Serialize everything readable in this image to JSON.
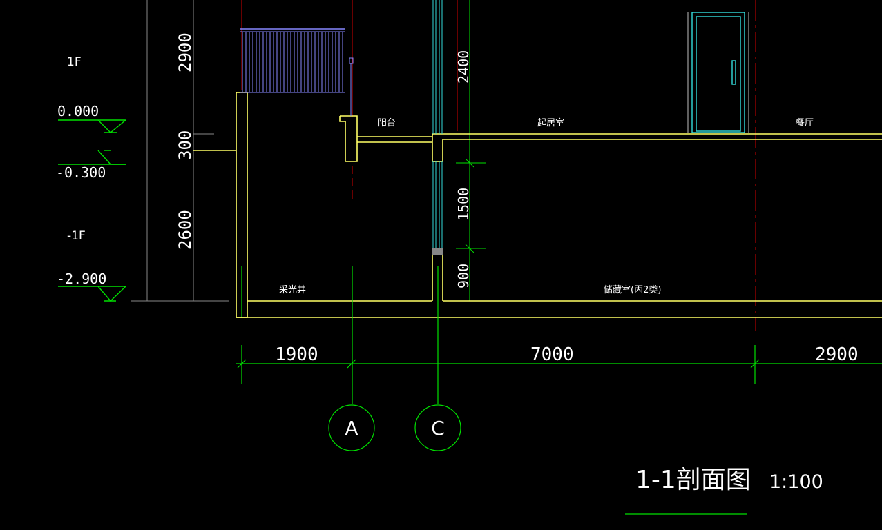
{
  "drawing": {
    "title": "1-1剖面图",
    "scale": "1:100"
  },
  "levels": {
    "floor_1f": "1F",
    "elev_0": "0.000",
    "elev_minus_03": "-0.300",
    "floor_b1": "-1F",
    "elev_minus_29": "-2.900"
  },
  "vertical_dims": {
    "d2900": "2900",
    "d300": "300",
    "d2600": "2600",
    "d2400": "2400",
    "d1500": "1500",
    "d900": "900"
  },
  "horizontal_dims": {
    "d1900": "1900",
    "d7000": "7000",
    "d2900": "2900"
  },
  "rooms": {
    "balcony": "阳台",
    "living": "起居室",
    "dining": "餐厅",
    "lightwell": "采光井",
    "storage": "储藏室(丙2类)"
  },
  "axes": {
    "a": "A",
    "c": "C"
  },
  "colors": {
    "background": "#000000",
    "text": "#ffffff",
    "dimension": "#00e000",
    "wall": "#ffff66",
    "grid_line": "#e00000",
    "window": "#33dddd",
    "railing": "#8888ff",
    "door": "#33dddd"
  }
}
